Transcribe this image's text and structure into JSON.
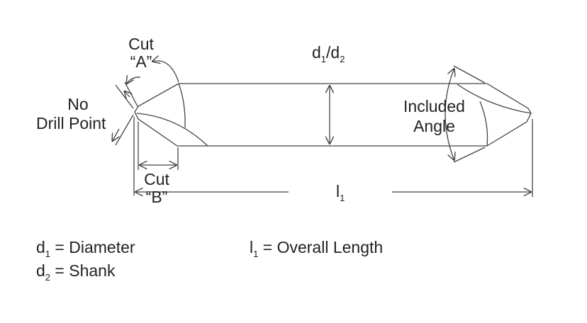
{
  "labels": {
    "cut_a_line1": "Cut",
    "cut_a_line2": "“A”",
    "cut_b_line1": "Cut",
    "cut_b_line2": "“B”",
    "no_drill_line1": "No",
    "no_drill_line2": "Drill Point",
    "diameter_top_d1": "d",
    "diameter_top_sub1": "1",
    "diameter_top_sep": "/d",
    "diameter_top_sub2": "2",
    "included_line1": "Included",
    "included_line2": "Angle",
    "length_l": "l",
    "length_sub": "1"
  },
  "legend": [
    {
      "sym": "d",
      "sub": "1",
      "text": " = Diameter"
    },
    {
      "sym": "d",
      "sub": "2",
      "text": " = Shank"
    },
    {
      "sym": "l",
      "sub": "1",
      "text": " = Overall Length"
    }
  ],
  "colors": {
    "line": "#444444",
    "text": "#222222"
  }
}
